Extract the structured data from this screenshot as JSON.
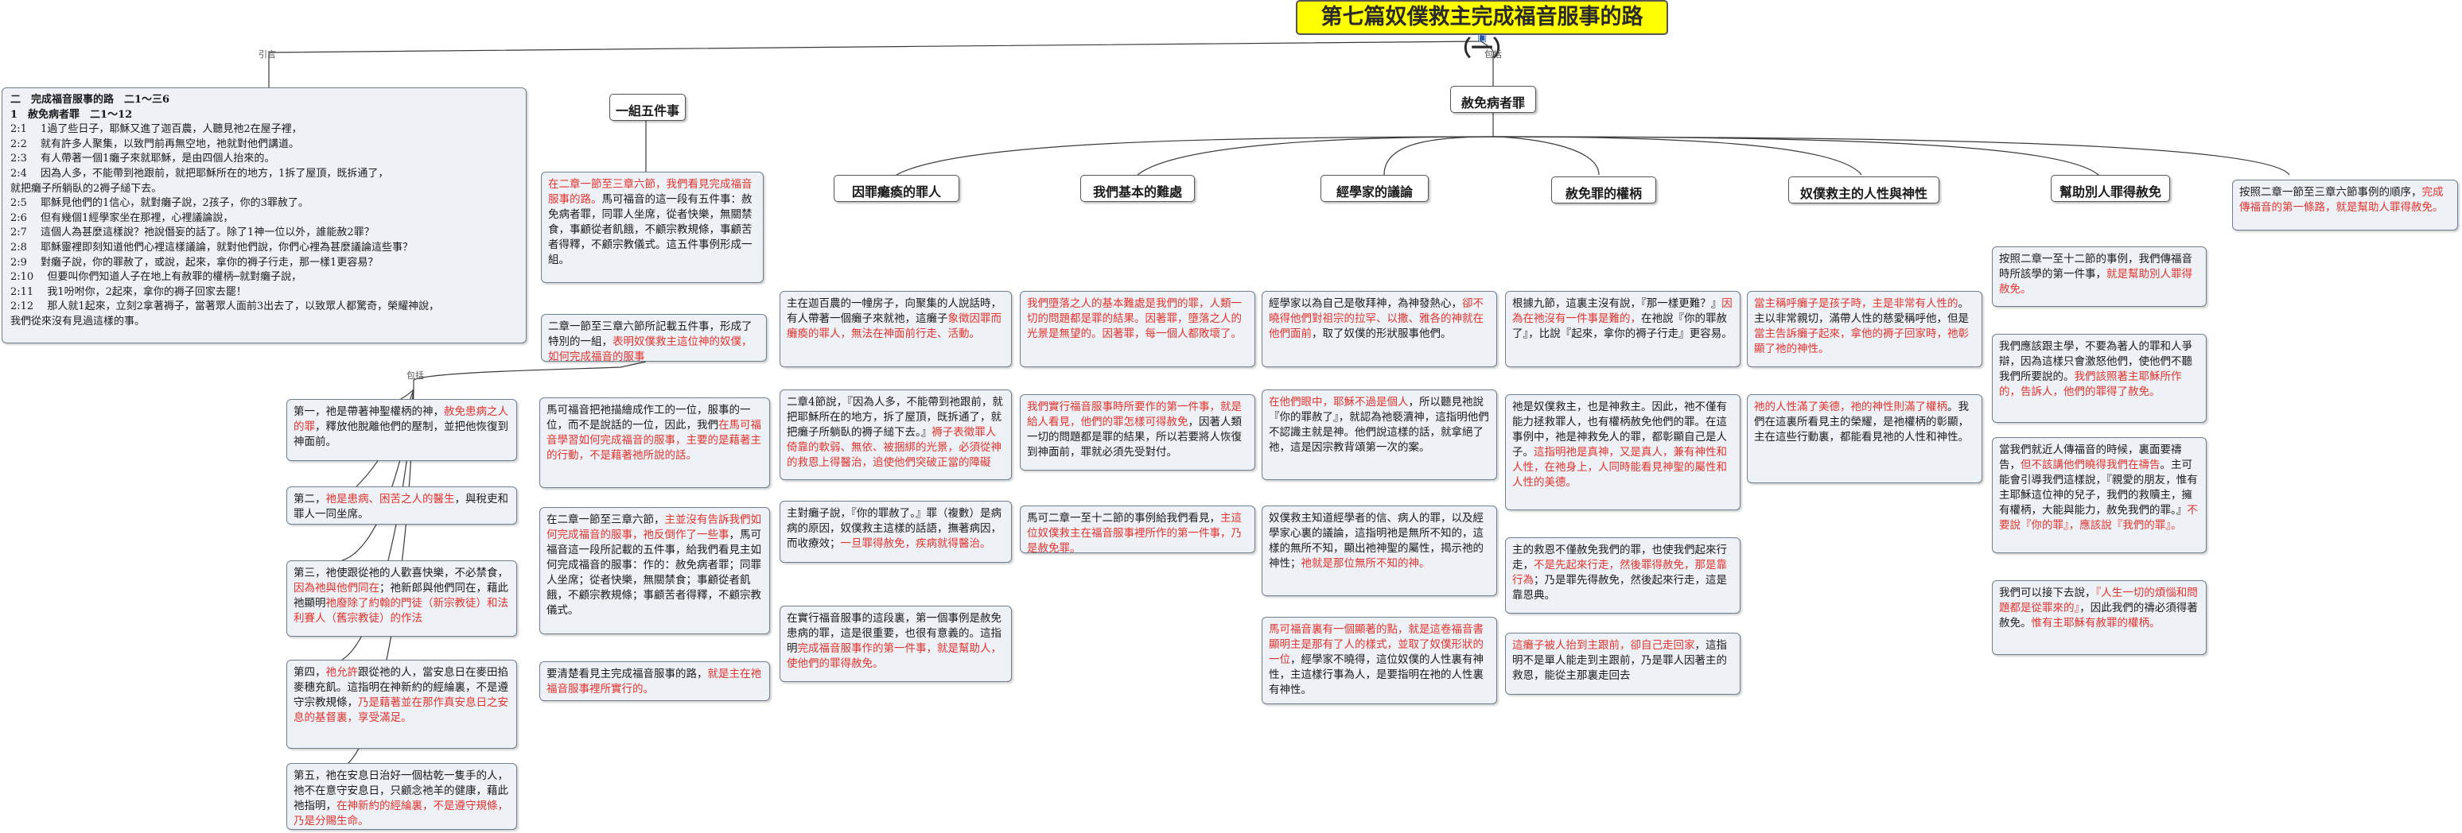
{
  "title": "第七篇奴僕救主完成福音服事的路（一）",
  "labels": {
    "intro": "引言",
    "include": "包括",
    "include2": "包括"
  },
  "intro": {
    "lines": [
      "二　完成福音服事的路　二1～三6",
      "1　赦免病者罪　二1～12",
      "2:1　 1過了些日子，耶穌又進了迦百農，人聽見祂2在屋子裡，",
      "2:2　 就有許多人聚集，以致門前再無空地，祂就對他們講道。",
      "2:3　 有人帶著一個1癱子來就耶穌，是由四個人抬來的。",
      "2:4　 因為人多，不能帶到祂跟前，就把耶穌所在的地方，1拆了屋頂，既拆通了，",
      "就把癱子所躺臥的2褥子縋下去。",
      "2:5　 耶穌見他們的1信心，就對癱子說，2孩子，你的3罪赦了。",
      "2:6　 但有幾個1經學家坐在那裡，心裡議論說，",
      "2:7　 這個人為甚麼這樣說？祂說僭妄的話了。除了1神一位以外，誰能赦2罪？",
      "2:8　 耶穌靈裡即刻知道他們心裡這樣議論，就對他們說，你們心裡為甚麼議論這些事？",
      "2:9　 對癱子說，你的罪赦了，或說，起來，拿你的褥子行走，那一樣1更容易？",
      "2:10　 但要叫你們知道人子在地上有赦罪的權柄─就對癱子說，",
      "2:11　 我1吩咐你，2起來，拿你的褥子回家去罷！",
      "2:12　 那人就1起來，立刻2拿著褥子，當著眾人面前3出去了，以致眾人都驚奇，榮耀神說，",
      "我們從來沒有見過這樣的事。"
    ]
  },
  "branch_a": {
    "head": "一組五件事",
    "box1": {
      "a": "在二章一節至三章六節，我們看見完成福音服事的路。",
      "b": "馬可福音的這一段有五件事：赦免病者罪，同罪人坐席，從者快樂，無關禁食，事顧從者飢餓，不顧宗教規條，事顧苦者得釋，不顧宗教儀式。這五件事例形成一組。"
    },
    "box2": {
      "a": "二章一節至三章六節所記載五件事，形成了特別的一組，",
      "b": "表明奴僕救主這位神的奴僕，如何完成福音的服事"
    },
    "list": [
      {
        "a": "第一，祂是帶著神聖權柄的神，",
        "b": "赦免患病之人的罪",
        "c": "，釋放他脫離他們的壓制，並把他恢復到神面前。"
      },
      {
        "a": "第二，",
        "b": "祂是患病、困苦之人的醫生",
        "c": "，與稅吏和罪人一同坐席。"
      },
      {
        "a": "第三，祂使跟從祂的人歡喜快樂，不必禁食，",
        "b": "因為祂與他們同在",
        "c": "；祂新郎與他們同在，藉此祂顯明",
        "d": "祂廢除了約翰的門徒（新宗教徒）和法利賽人（舊宗教徒）的作法"
      },
      {
        "a": "第四，",
        "b": "祂允許",
        "c": "跟從祂的人，當安息日在麥田掐麥穗充飢。這指明在神新約的經綸裏，不是遵守宗教規條，",
        "d": "乃是藉著並在那作真安息日之安息的基督裏，享受滿足。"
      },
      {
        "a": "第五，祂在安息日治好一個枯乾一隻手的人，祂不在意守安息日，只顧念祂羊的健康，藉此祂指明，",
        "b": "在神新約的經綸裏，不是遵守規條，乃是分賜生命。"
      }
    ],
    "col2": [
      {
        "a": "馬可福音把祂描繪成作工的一位，服事的一位，而不是說話的一位，因此，我們",
        "b": "在馬可福音學習如何完成福音的服事，主要的是藉著主的行動，不是藉著祂所說的話。"
      },
      {
        "a": "在二章一節至三章六節，",
        "b": "主並沒有告訴我們如何完成福音的服事，祂反倒作了一些事",
        "c": "，馬可福音這一段所記載的五件事，給我們看見主如何完成福音的服事：作的：赦免病者罪；同罪人坐席；從者快樂，無關禁食；事顧從者飢餓，不顧宗教規條；事顧苦者得釋，不顧宗教儀式。"
      },
      {
        "a": "要清楚看見主完成福音服事的路，",
        "b": "就是主在祂福音服事裡所實行的。"
      }
    ]
  },
  "branch_b": {
    "head": "赦免病者罪",
    "sections": [
      {
        "head": "因罪癱瘓的罪人",
        "boxes": [
          {
            "a": "主在迦百農的一幢房子，向聚集的人說話時，有人帶著一個癱子來就祂，這癱子",
            "b": "象徵因罪而癱瘓的罪人，無法在神面前行走、活動。"
          },
          {
            "a": "二章4節說，『因為人多，不能帶到祂跟前，就把耶穌所在的地方，拆了屋頂，既拆通了，就把癱子所躺臥的褥子縋下去。』",
            "b": "褥子表徵罪人倚靠的軟弱、無依、被捆綁的光景，必須從神的救恩上得醫治，追使他們突破正當的障礙"
          },
          {
            "a": "主對癱子說，『你的罪赦了。』罪（複數）是病病的原因，奴僕救主這樣的話語，撫著病因，而收療效；",
            "b": "一旦罪得赦免，疾病就得醫治。"
          },
          {
            "a": "在實行福音服事的這段裏，第一個事例是赦免患病的罪，這是很重要，也很有意義的。這指明",
            "b": "完成福音服事作的第一件事，就是幫助人，使他們的罪得赦免。"
          }
        ]
      },
      {
        "head": "我們基本的難處",
        "boxes": [
          {
            "a": "",
            "b": "我們墮落之人的基本難處是我們的罪，人類一切的問題都是罪的結果。因著罪，墮落之人的光景是無望的。因著罪，每一個人都敗壞了。"
          },
          {
            "a": "",
            "b": "我們實行福音服事時所要作的第一件事，就是給人看見，他們的罪怎樣可得赦免",
            "c": "，因著人類一切的問題都是罪的結果，所以若要將人恢復到神面前，罪就必須先受對付。"
          },
          {
            "a": "馬可二章一至十二節的事例給我們看見，",
            "b": "主這位奴僕救主在福音服事裡所作的第一件事，乃是赦免罪。"
          }
        ]
      },
      {
        "head": "經學家的議論",
        "boxes": [
          {
            "a": "經學家以為自己是敬拜神，為神發熱心，",
            "b": "卻不曉得他們對祖宗的拉罕、以撒、雅各的神就在他們面前",
            "c": "，取了奴僕的形狀服事他們。"
          },
          {
            "a": "",
            "b": "在他們眼中，耶穌不過是個人",
            "c": "，所以聽見祂說『你的罪赦了』，就認為祂褻瀆神，這指明他們不認識主就是神。他們說這樣的話，就拿絕了祂，這是因宗教背頌第一次的案。"
          },
          {
            "a": "奴僕救主知道經學者的信、病人的罪，以及經學家心裏的議論，這指明祂是無所不知的，這樣的無所不知，顯出祂神聖的屬性，揭示祂的神性；",
            "b": "祂就是那位無所不知的神。"
          },
          {
            "a": "",
            "b": "馬可福音裏有一個顯著的點，就是這卷福音書顯明主是那有了人的樣式，並取了奴僕形狀的一位",
            "c": "，經學家不曉得，這位奴僕的人性裏有神性，主這樣行事為人，是要指明在祂的人性裏有神性。"
          }
        ]
      },
      {
        "head": "赦免罪的權柄",
        "boxes": [
          {
            "a": "根據九節，這裏主沒有說，『那一樣更難？』",
            "b": "因為在祂沒有一件事是難的，",
            "c": "在祂說『你的罪赦了』，比說『起來，拿你的褥子行走』更容易。"
          },
          {
            "a": "祂是奴僕救主，也是神救主。因此，祂不僅有能力拯救罪人，也有權柄赦免他們的罪。在這事例中，祂是神救免人的罪，都彰顯自己是人子。",
            "b": "這指明祂是真神，又是真人，兼有神性和人性，在祂身上，人同時能看見神聖的屬性和人性的美德。"
          },
          {
            "a": "主的救恩不僅赦免我們的罪，也使我們起來行走，",
            "b": "不是先起來行走，然後罪得赦免，那是靠行為",
            "c": "；乃是罪先得赦免，然後起來行走，這是靠恩典。"
          },
          {
            "a": "",
            "b": "這癱子被人抬到主跟前，卻自己走回家",
            "c": "，這指明不是單人能走到主跟前，乃是罪人因著主的救恩，能從主那裏走回去"
          }
        ]
      },
      {
        "head": "奴僕救主的人性與神性",
        "boxes": [
          {
            "a": "",
            "b": "當主稱呼癱子是孩子時，主是非常有人性的",
            "c": "。主以非常親切，滿帶人性的慈愛稱呼他，但是",
            "d": "當主告訴癱子起來，拿他的褥子回家時，祂彰顯了祂的神性。"
          },
          {
            "a": "",
            "b": "祂的人性滿了美德，祂的神性則滿了權柄",
            "c": "。我們在這裏所看見主的榮耀，是祂權柄的彰顯，主在這些行動裏，都能看見祂的人性和神性。"
          }
        ]
      },
      {
        "head": "幫助別人罪得赦免",
        "boxes": [
          {
            "a": "按照二章一至十二節的事例，我們傳福音時所該學的第一件事，",
            "b": "就是幫助別人罪得赦免。"
          },
          {
            "a": "我們應該跟主學，不要為著人的罪和人爭辯，因為這樣只會激怒他們，使他們不聽我們所要說的。",
            "b": "我們該照著主耶穌所作的，告訴人，他們的罪得了赦免。"
          },
          {
            "a": "當我們就近人傳福音的時候，裏面要禱告，",
            "b": "但不該講他們曉得我們在禱告",
            "c": "。主可能會引導我們這樣說，『親愛的朋友，惟有主耶穌這位神的兒子，我們的救贖主，擁有權柄，大能與能力，赦免我們的罪。』",
            "d": "不要說『你的罪』，應該說『我們的罪』。"
          },
          {
            "a": "我們可以接下去說，",
            "b": "『人生一切的煩惱和問題都是從罪來的』",
            "c": "，因此我們的禱必須得著赦免。",
            "d": "惟有主耶穌有赦罪的權柄。"
          }
        ]
      }
    ],
    "right_note": {
      "a": "按照二章一節至三章六節事例的順序，",
      "b": "完成傳福音的第一條路，就是幫助人罪得赦免。"
    }
  }
}
